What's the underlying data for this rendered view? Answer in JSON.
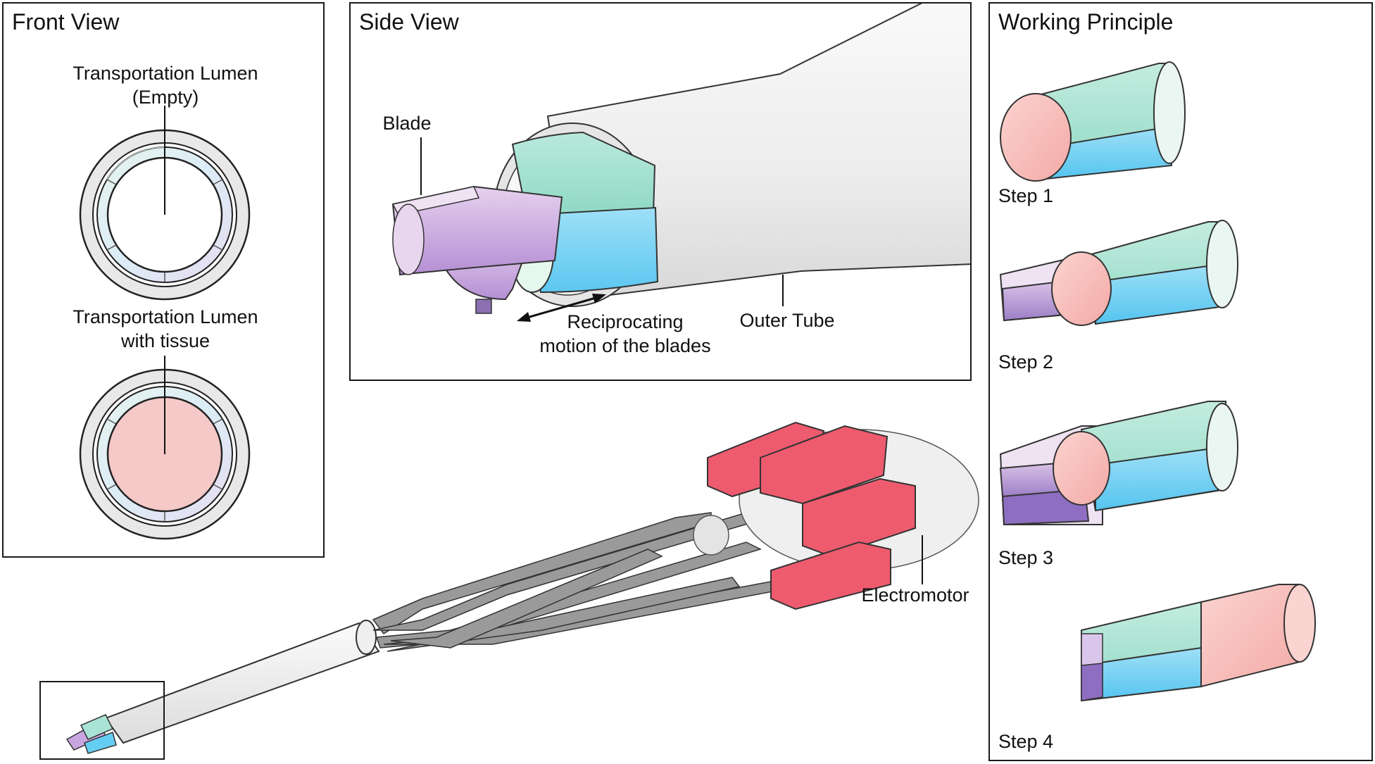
{
  "front_view": {
    "title": "Front View",
    "label_empty": "Transportation Lumen\n(Empty)",
    "label_tissue": "Transportation Lumen\nwith tissue"
  },
  "side_view": {
    "title": "Side View",
    "label_blade": "Blade",
    "label_motion": "Reciprocating\nmotion of the blades",
    "label_outer": "Outer Tube"
  },
  "main_view": {
    "label_motor": "Electromotor"
  },
  "working_principle": {
    "title": "Working Principle",
    "steps": [
      "Step 1",
      "Step 2",
      "Step 3",
      "Step 4"
    ]
  },
  "colors": {
    "teal": "#a8e3d5",
    "blue": "#66cdf2",
    "purple": "#c9a6df",
    "pink": "#f6c2c0",
    "red": "#ee5b6f",
    "gray": "#8c8c8c"
  }
}
